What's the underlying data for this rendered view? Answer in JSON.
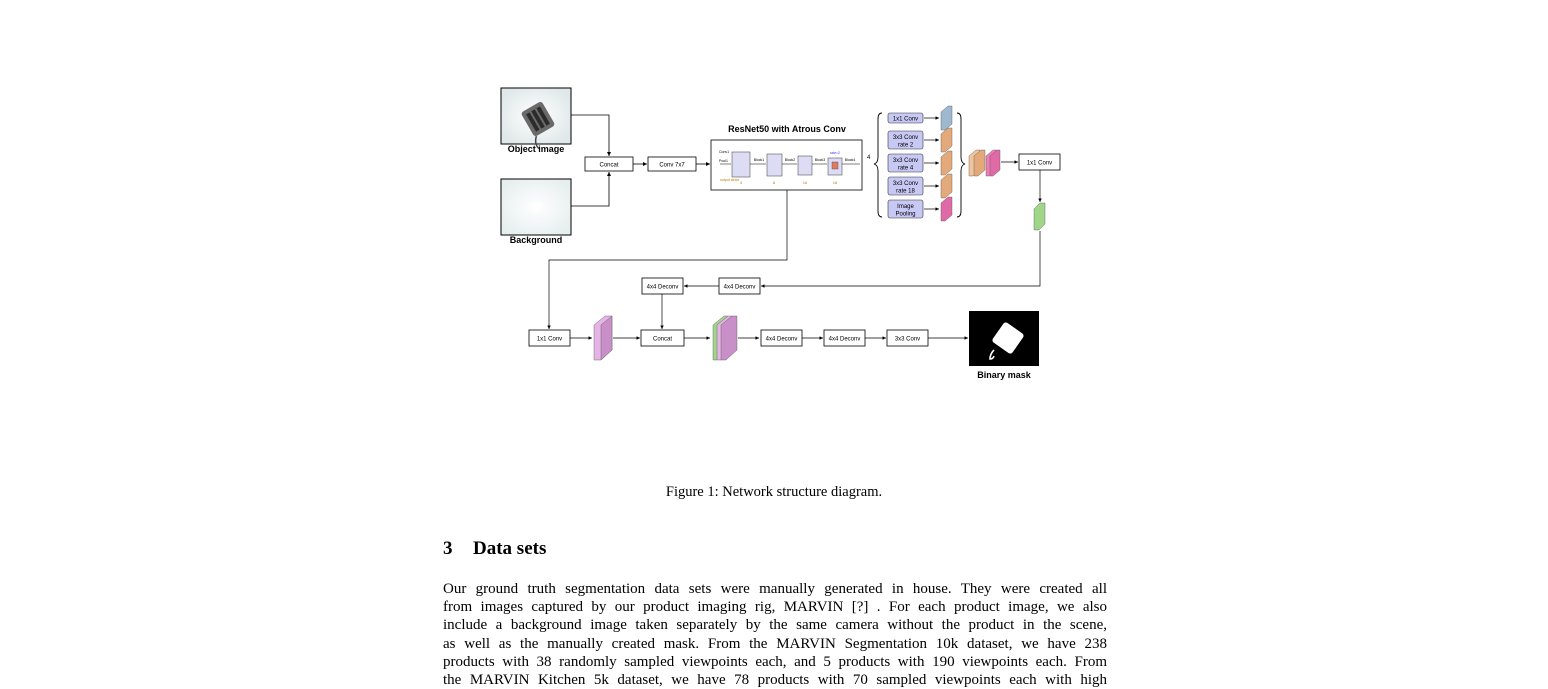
{
  "figure": {
    "input_object_label": "Object image",
    "input_background_label": "Background",
    "concat_label": "Concat",
    "conv7_label": "Conv 7x7",
    "resnet_title": "ResNet50 with Atrous Conv",
    "resnet_inner": {
      "conv1": "Conv1",
      "pool1": "Pool1",
      "block1": "Block1",
      "block2": "Block2",
      "block3": "Block3",
      "block4": "Block4",
      "rate2": "rate=2",
      "output_stride": "output stride",
      "strides": [
        "4",
        "8",
        "16",
        "16"
      ],
      "side_number": "4"
    },
    "aspp": {
      "conv1x1": "1x1 Conv",
      "conv3_rate2_a": "3x3 Conv",
      "conv3_rate2_b": "rate 2",
      "conv3_rate4_a": "3x3 Conv",
      "conv3_rate4_b": "rate 4",
      "conv3_rate18_a": "3x3 Conv",
      "conv3_rate18_b": "rate 18",
      "pool_a": "Image",
      "pool_b": "Pooling"
    },
    "after_aspp_conv": "1x1 Conv",
    "deconv_top_right": "4x4 Deconv",
    "deconv_top_left": "4x4 Deconv",
    "bottom_conv1x1": "1x1 Conv",
    "bottom_concat": "Concat",
    "bottom_deconv_a": "4x4 Deconv",
    "bottom_deconv_b": "4x4 Deconv",
    "bottom_conv3": "3x3 Conv",
    "output_label": "Binary mask",
    "colors": {
      "blue_block": "#9db8cf",
      "orange_block": "#e3a97a",
      "pink_block": "#e06aa6",
      "green_block": "#9fd68a",
      "purple_block": "#c98fc8",
      "aspp_fill": "#c8c8f5",
      "resnet_block": "#dcdcf5"
    }
  },
  "caption": "Figure 1: Network structure diagram.",
  "section": {
    "number": "3",
    "title": "Data sets"
  },
  "paragraph_lines": [
    "Our ground truth segmentation data sets were manually generated in house. They were created all",
    "from images captured by our product imaging rig, MARVIN [?] . For each product image, we also",
    "include a background image taken separately by the same camera without the product in the scene,",
    "as well as the manually created mask. From the MARVIN Segmentation 10k dataset, we have 238",
    "products with 38 randomly sampled viewpoints each, and 5 products with 190 viewpoints each. From",
    "the MARVIN Kitchen 5k dataset, we have 78 products with 70 sampled viewpoints each with high"
  ]
}
